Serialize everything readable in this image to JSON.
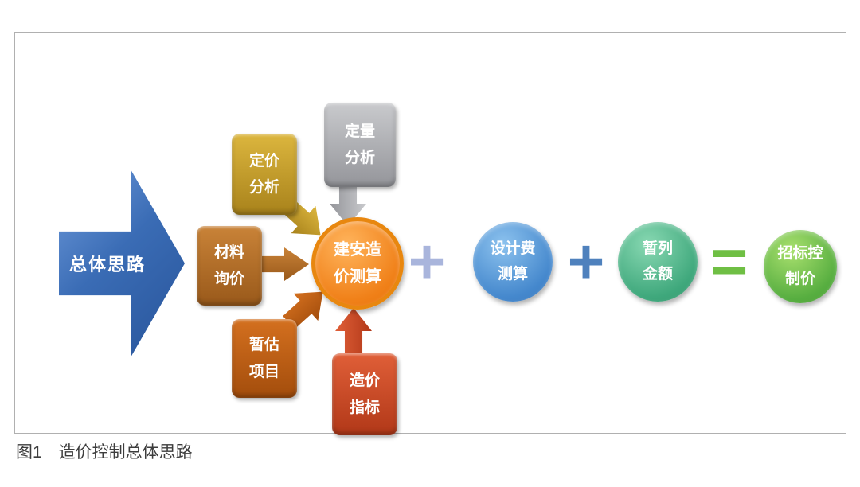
{
  "figure": {
    "caption": "图1　造价控制总体思路"
  },
  "diagram": {
    "main_arrow": {
      "label": "总体思路",
      "color": "#3a6cb5"
    },
    "inputs": [
      {
        "label": "定价\n分析",
        "color": "#c0962a"
      },
      {
        "label": "定量\n分析",
        "color": "#a9aaae"
      },
      {
        "label": "材料\n询价",
        "color": "#b06e29"
      },
      {
        "label": "暂估\n项目",
        "color": "#bc5e16"
      },
      {
        "label": "造价\n指标",
        "color": "#c94b28"
      }
    ],
    "central_node": {
      "label": "建安造\n价测算",
      "color": "#f08018"
    },
    "operators": [
      {
        "symbol": "+",
        "color": "#a9b5dc"
      },
      {
        "symbol": "+",
        "color": "#4f81bd"
      },
      {
        "symbol": "=",
        "color": "#6fbf44"
      }
    ],
    "chain_nodes": [
      {
        "label": "设计费\n测算",
        "color": "#4588cd"
      },
      {
        "label": "暂列\n金额",
        "color": "#3fa87c"
      },
      {
        "label": "招标控\n制价",
        "color": "#57ae40"
      }
    ]
  }
}
